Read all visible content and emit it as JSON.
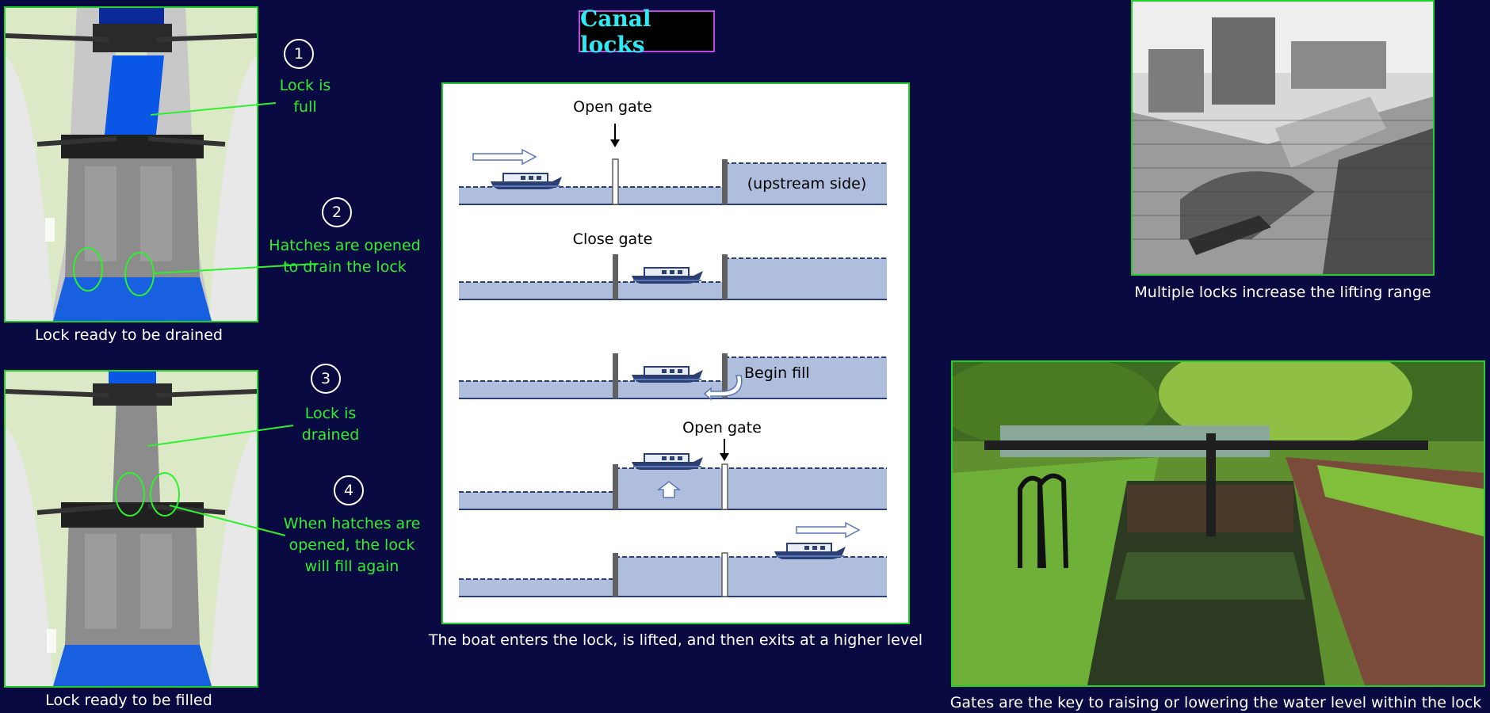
{
  "title": "Canal locks",
  "lock_views": [
    {
      "caption": "Lock ready to be drained"
    },
    {
      "caption": "Lock ready to be filled"
    }
  ],
  "steps": [
    {
      "number": "1",
      "lines": [
        "Lock is",
        "full"
      ]
    },
    {
      "number": "2",
      "lines": [
        "Hatches are opened",
        "to drain the lock"
      ]
    },
    {
      "number": "3",
      "lines": [
        "Lock is",
        "drained"
      ]
    },
    {
      "number": "4",
      "lines": [
        "When hatches are",
        "opened, the lock",
        "will fill again"
      ]
    }
  ],
  "sequence": {
    "labels": {
      "open_gate_1": "Open gate",
      "upstream": "(upstream side)",
      "close_gate": "Close gate",
      "begin_fill": "Begin fill",
      "open_gate_2": "Open gate"
    },
    "caption": "The boat enters the lock, is lifted, and then exits at a higher level"
  },
  "photos": {
    "engraving_caption": "Multiple locks increase the lifting range",
    "photo_caption": "Gates are the key to raising or lowering the water level within the lock"
  },
  "colors": {
    "background": "#0a0a42",
    "accent_green": "#2ef02e",
    "title_cyan": "#2ee8f5",
    "title_border": "#c048e0",
    "water": "#b0bedd"
  }
}
